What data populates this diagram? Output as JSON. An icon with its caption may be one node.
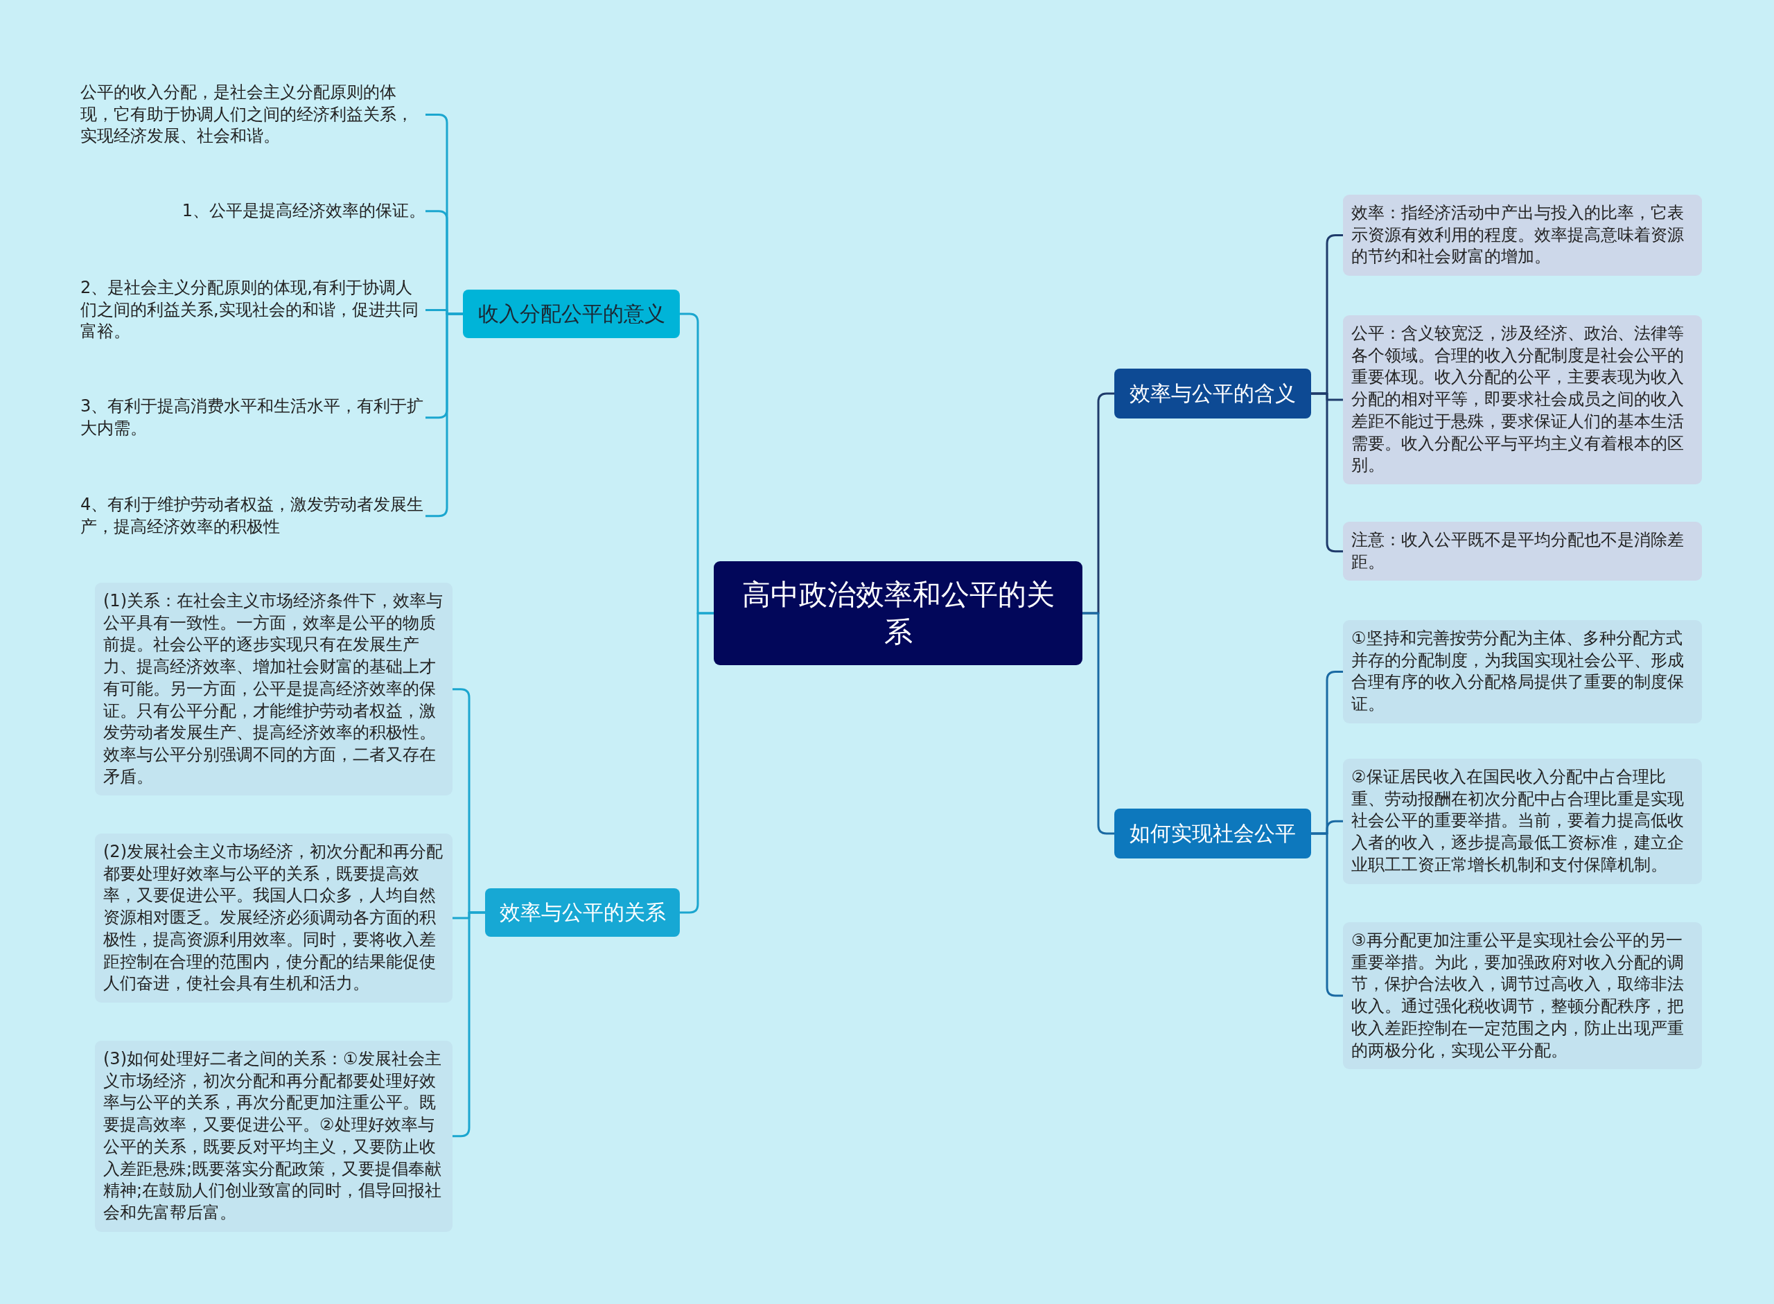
{
  "diagram": {
    "nodes": [
      {
        "text": [
          "高中政治效率和公平的关系"
        ]
      },
      {
        "text": [
          "收入分配公平的意义"
        ]
      },
      {
        "text": [
          "公平的收入分配，是社会主义分配原则的体现，它有助于协调人们之间的经济利益关系，实现经济发展、社会和谐。"
        ]
      },
      {
        "text": [
          "1、公平是提高经济效率的保证。"
        ]
      },
      {
        "text": [
          "2、是社会主义分配原则的体现,有利于协调人们之间的利益关系,实现社会的和谐，促进共同富裕。"
        ]
      },
      {
        "text": [
          "3、有利于提高消费水平和生活水平，有利于扩大内需。"
        ]
      },
      {
        "text": [
          "4、有利于维护劳动者权益，激发劳动者发展生产，提高经济效率的积极性"
        ]
      },
      {
        "text": [
          "效率与公平的关系"
        ]
      },
      {
        "text": [
          "(1)关系：在社会主义市场经济条件下，效率与公平具有一致性。一方面，效率是公平的物质前提。社会公平的逐步实现只有在发展生产力、提高经济效率、增加社会财富的基础上才有可能。另一方面，公平是提高经济效率的保证。只有公平分配，才能维护劳动者权益，激发劳动者发展生产、提高经济效率的积极性。效率与公平分别强调不同的方面，二者又存在矛盾。"
        ]
      },
      {
        "text": [
          "(2)发展社会主义市场经济，初次分配和再分配都要处理好效率与公平的关系，既要提高效率，又要促进公平。我国人口众多，人均自然资源相对匮乏。发展经济必须调动各方面的积极性，提高资源利用效率。同时，要将收入差距控制在合理的范围内，使分配的结果能促使人们奋进，使社会具有生机和活力。"
        ]
      },
      {
        "text": [
          "(3)如何处理好二者之间的关系：①发展社会主义市场经济，初次分配和再分配都要处理好效率与公平的关系，再次分配更加注重公平。既要提高效率，又要促进公平。②处理好效率与公平的关系，既要反对平均主义，又要防止收入差距悬殊;既要落实分配政策，又要提倡奉献精神;在鼓励人们创业致富的同时，倡导回报社会和先富帮后富。"
        ]
      },
      {
        "text": [
          "效率与公平的含义"
        ]
      },
      {
        "text": [
          "效率：指经济活动中产出与投入的比率，它表示资源有效利用的程度。效率提高意味着资源的节约和社会财富的增加。"
        ]
      },
      {
        "text": [
          "公平：含义较宽泛，涉及经济、政治、法律等各个领域。合理的收入分配制度是社会公平的重要体现。收入分配的公平，主要表现为收入分配的相对平等，即要求社会成员之间的收入差距不能过于悬殊，要求保证人们的基本生活需要。收入分配公平与平均主义有着根本的区别。"
        ]
      },
      {
        "text": [
          "注意：收入公平既不是平均分配也不是消除差距。"
        ]
      },
      {
        "text": [
          "如何实现社会公平"
        ]
      },
      {
        "text": [
          "①坚持和完善按劳分配为主体、多种分配方式并存的分配制度，为我国实现社会公平、形成合理有序的收入分配格局提供了重要的制度保证。"
        ]
      },
      {
        "text": [
          "②保证居民收入在国民收入分配中占合理比重、劳动报酬在初次分配中占合理比重是实现社会公平的重要举措。当前，要着力提高低收入者的收入，逐步提高最低工资标准，建立企业职工工资正常增长机制和支付保障机制。"
        ]
      },
      {
        "text": [
          "③再分配更加注重公平是实现社会公平的另一重要举措。为此，要加强政府对收入分配的调节，保护合法收入，调节过高收入，取缔非法收入。通过强化税收调节，整顿分配秩序，把收入差距控制在一定范围之内，防止出现严重的两极分化，实现公平分配。"
        ]
      }
    ],
    "edges": [
      {
        "from": 0,
        "to": 1,
        "arrow": "none"
      },
      {
        "from": 1,
        "to": 2,
        "arrow": "none"
      },
      {
        "from": 1,
        "to": 3,
        "arrow": "none"
      },
      {
        "from": 1,
        "to": 4,
        "arrow": "none"
      },
      {
        "from": 1,
        "to": 5,
        "arrow": "none"
      },
      {
        "from": 1,
        "to": 6,
        "arrow": "none"
      },
      {
        "from": 0,
        "to": 7,
        "arrow": "none"
      },
      {
        "from": 7,
        "to": 8,
        "arrow": "none"
      },
      {
        "from": 7,
        "to": 9,
        "arrow": "none"
      },
      {
        "from": 7,
        "to": 10,
        "arrow": "none"
      },
      {
        "from": 0,
        "to": 11,
        "arrow": "none",
        "color": "#1f3b6b"
      },
      {
        "from": 11,
        "to": 12,
        "arrow": "none",
        "color": "#1f3b6b"
      },
      {
        "from": 11,
        "to": 13,
        "arrow": "none",
        "color": "#1f3b6b"
      },
      {
        "from": 11,
        "to": 14,
        "arrow": "none",
        "color": "#1f3b6b"
      },
      {
        "from": 0,
        "to": 15,
        "arrow": "none",
        "color": "#1a6aa3"
      },
      {
        "from": 15,
        "to": 16,
        "arrow": "none",
        "color": "#1a6aa3"
      },
      {
        "from": 15,
        "to": 17,
        "arrow": "none",
        "color": "#1a6aa3"
      },
      {
        "from": 15,
        "to": 18,
        "arrow": "none",
        "color": "#1a6aa3"
      }
    ]
  }
}
